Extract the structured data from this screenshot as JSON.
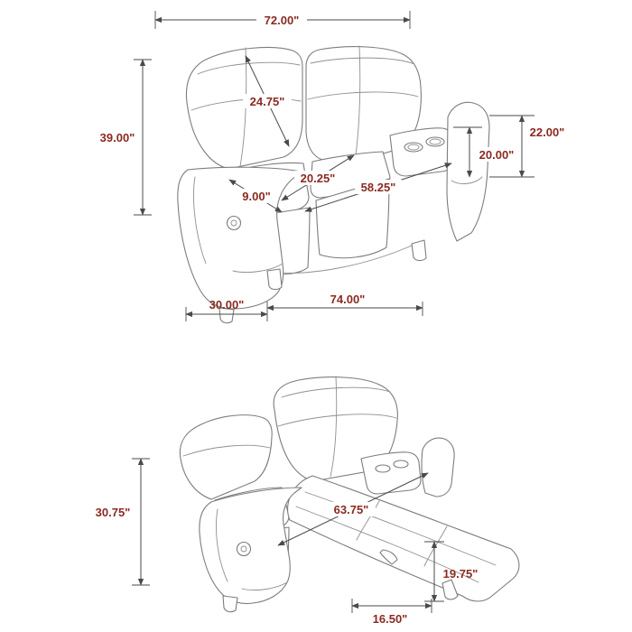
{
  "colors": {
    "dimension_text": "#8b2a21",
    "dimension_line": "#4a4a4a",
    "artwork_line": "#7d7d7d",
    "background": "#ffffff"
  },
  "upright_view": {
    "overall_width": "72.00\"",
    "back_height": "24.75\"",
    "overall_height": "39.00\"",
    "arm_height": "22.00\"",
    "console_height": "20.00\"",
    "seat_depth": "20.25\"",
    "seat_width": "58.25\"",
    "arm_width": "9.00\"",
    "overall_depth": "30.00\"",
    "base_width": "74.00\""
  },
  "reclined_view": {
    "reclined_height": "30.75\"",
    "reclined_length": "63.75\"",
    "footrest_height": "19.75\"",
    "footrest_depth": "16.50\""
  }
}
